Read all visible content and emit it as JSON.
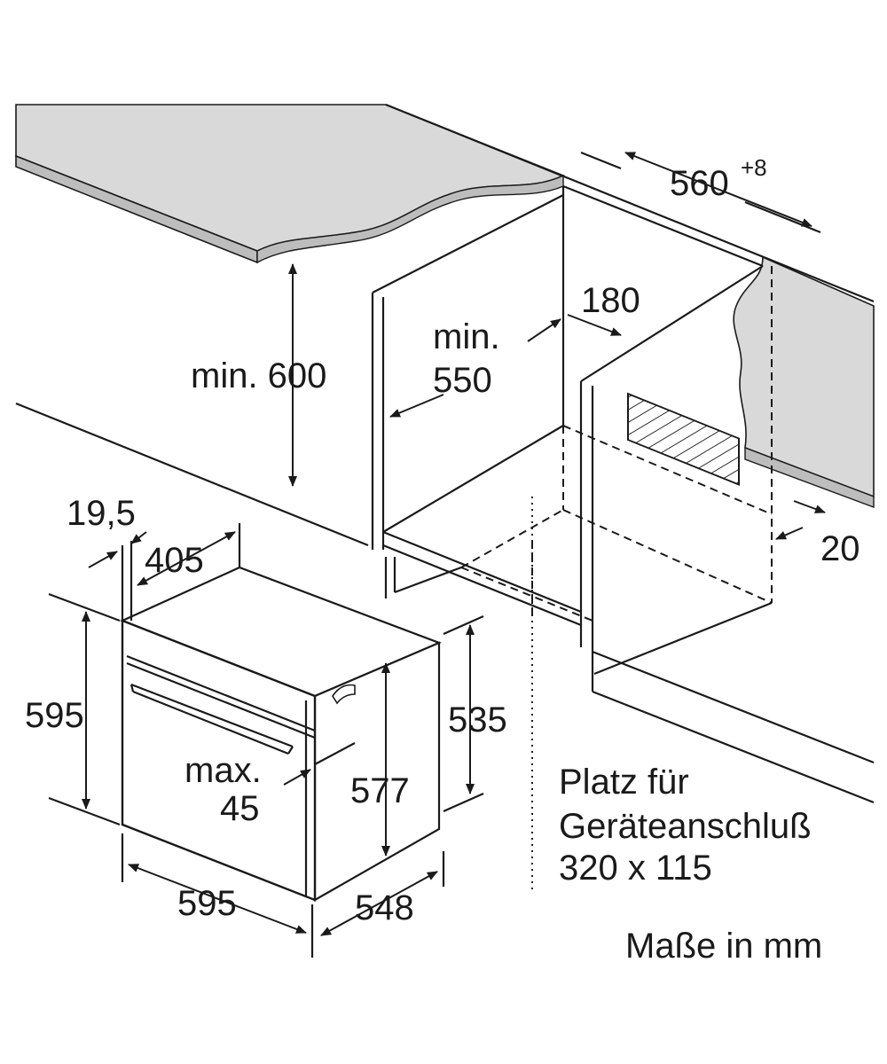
{
  "labels": {
    "niche_width": "560",
    "niche_width_tol": "+8",
    "vent_depth": "180",
    "min_depth_1": "min.",
    "min_depth_2": "550",
    "min_height": "min. 600",
    "door_offset": "19,5",
    "top_depth": "405",
    "oven_height": "595",
    "side_height": "535",
    "inner_height": "577",
    "handle_1": "max.",
    "handle_2": "45",
    "oven_width": "595",
    "oven_depth": "548",
    "gap": "20",
    "connection_1": "Platz für",
    "connection_2": "Geräteanschluß",
    "connection_3": "320 x 115",
    "units": "Maße in mm"
  },
  "colors": {
    "countertop": "#d9d9d9",
    "countertop_edge": "#bdbdbd",
    "line": "#1a1a1a"
  }
}
